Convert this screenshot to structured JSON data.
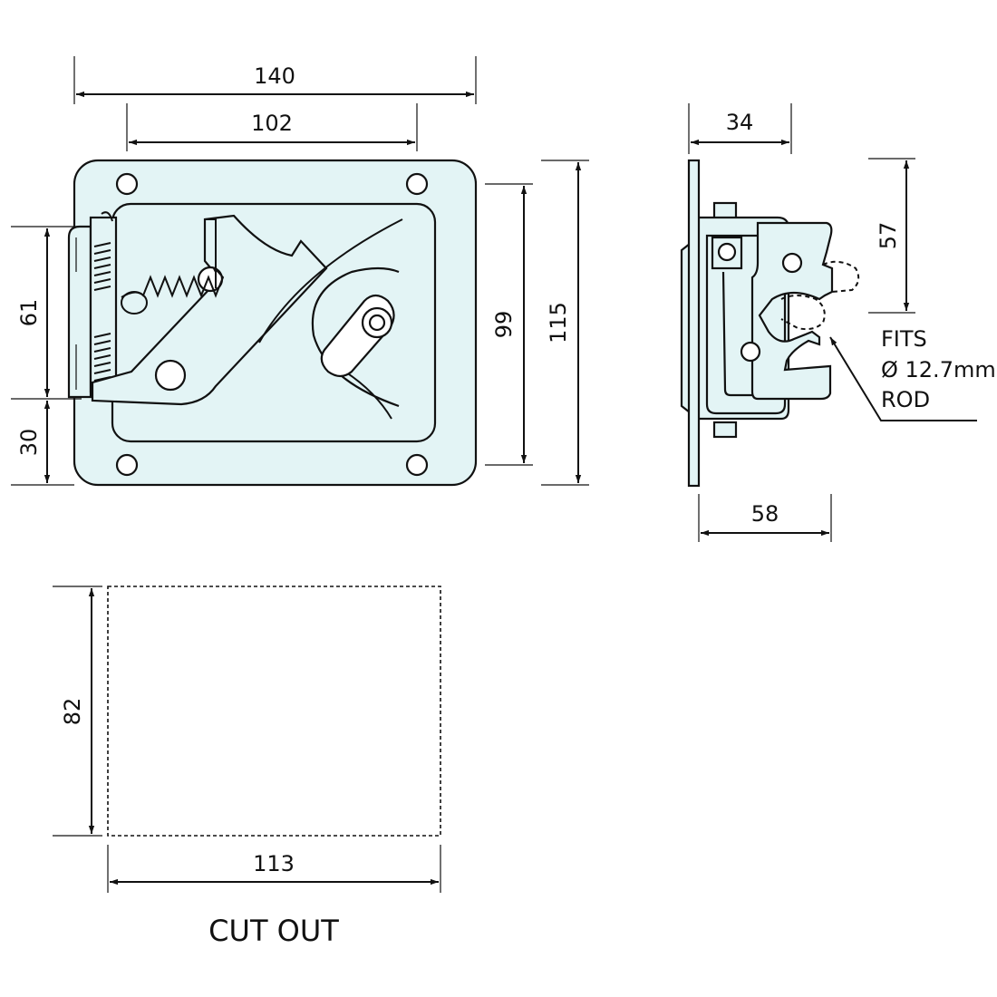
{
  "drawing": {
    "fill_color": "#e3f4f5",
    "line_color": "#111111"
  },
  "front_view": {
    "overall_width": "140",
    "tray_width": "102",
    "left_upper_height": "61",
    "left_lower_height": "30",
    "tray_height": "99",
    "overall_height": "115"
  },
  "side_view": {
    "depth_top": "34",
    "slot_height": "57",
    "depth_bottom": "58",
    "note_lines": [
      "FITS",
      "Ø 12.7mm",
      "ROD"
    ]
  },
  "cutout": {
    "height": "82",
    "width": "113",
    "caption": "CUT OUT"
  }
}
